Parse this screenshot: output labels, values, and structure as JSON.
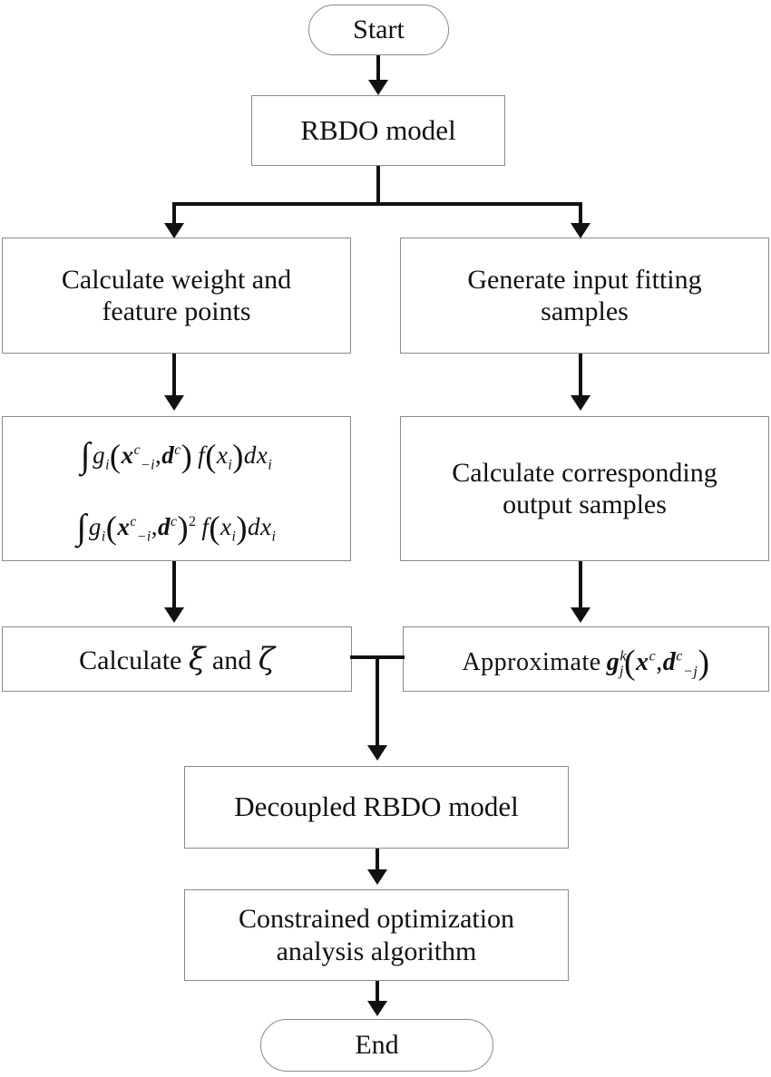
{
  "diagram": {
    "title": "RBDO decoupling flowchart",
    "type": "flowchart",
    "background_color": "#ffffff",
    "line_color": "#111111",
    "box_border_color": "#8a8a8a"
  },
  "nodes": {
    "start": {
      "label": "Start",
      "shape": "terminal"
    },
    "rbdo_model": {
      "label": "RBDO model",
      "shape": "process"
    },
    "calc_weight": {
      "label": "Calculate weight and feature points",
      "line1": "Calculate weight and",
      "line2": "feature points",
      "shape": "process"
    },
    "generate_samples": {
      "label": "Generate input fitting samples",
      "line1": "Generate input fitting",
      "line2": "samples",
      "shape": "process"
    },
    "integrals": {
      "shape": "process",
      "formula1_plain": "∫ g_i ( x^c_{-i} , d^c ) f ( x_i ) dx_i",
      "formula2_plain": "∫ g_i ( x^c_{-i} , d^c )^2 f ( x_i ) dx_i",
      "formula1_parts": {
        "integral": "∫",
        "g": "g",
        "g_sub": "i",
        "x": "x",
        "x_sup": "c",
        "x_sub": "-i",
        "comma": ",",
        "d": "d",
        "d_sup": "c",
        "f": "f",
        "xi": "x",
        "xi_sub": "i",
        "dx": "dx",
        "dx_sub": "i"
      },
      "formula2_parts": {
        "power": "2"
      }
    },
    "calc_output": {
      "label": "Calculate corresponding output samples",
      "line1": "Calculate corresponding",
      "line2": "output samples",
      "shape": "process"
    },
    "calc_xi_zeta": {
      "shape": "process",
      "label_plain": "Calculate ξ and ζ",
      "text_before": "Calculate ",
      "symbol1": "ξ",
      "text_middle": " and ",
      "symbol2": "ζ"
    },
    "approximate": {
      "shape": "process",
      "label_plain": "Approximate g_j^k ( x^c , d^c_{-j} )",
      "text_before": "Approximate",
      "g": "g",
      "g_sup": "k",
      "g_sub": "j",
      "x": "x",
      "x_sup": "c",
      "comma": ",",
      "d": "d",
      "d_sup": "c",
      "d_sub": "-j"
    },
    "decoupled": {
      "label": "Decoupled RBDO model",
      "shape": "process"
    },
    "constrained": {
      "label": "Constrained optimization analysis algorithm",
      "line1": "Constrained optimization",
      "line2": "analysis algorithm",
      "shape": "process"
    },
    "end": {
      "label": "End",
      "shape": "terminal"
    }
  },
  "edges": [
    {
      "from": "start",
      "to": "rbdo_model",
      "kind": "straight-down"
    },
    {
      "from": "rbdo_model",
      "to": "calc_weight",
      "kind": "split-left"
    },
    {
      "from": "rbdo_model",
      "to": "generate_samples",
      "kind": "split-right"
    },
    {
      "from": "calc_weight",
      "to": "integrals",
      "kind": "straight-down"
    },
    {
      "from": "generate_samples",
      "to": "calc_output",
      "kind": "straight-down"
    },
    {
      "from": "integrals",
      "to": "calc_xi_zeta",
      "kind": "straight-down"
    },
    {
      "from": "calc_output",
      "to": "approximate",
      "kind": "straight-down"
    },
    {
      "from": "calc_xi_zeta",
      "to": "decoupled",
      "kind": "merge-down"
    },
    {
      "from": "approximate",
      "to": "decoupled",
      "kind": "merge-down"
    },
    {
      "from": "decoupled",
      "to": "constrained",
      "kind": "straight-down"
    },
    {
      "from": "constrained",
      "to": "end",
      "kind": "straight-down"
    }
  ]
}
